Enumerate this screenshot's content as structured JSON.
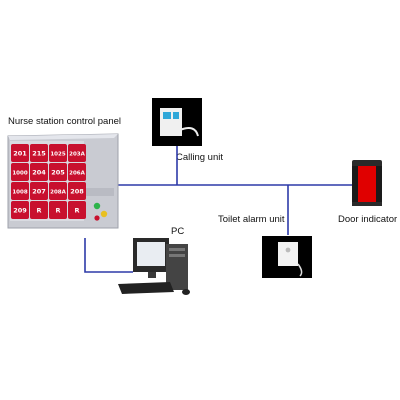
{
  "labels": {
    "nurse_station_panel": "Nurse station control panel",
    "calling_unit": "Calling unit",
    "pc": "PC",
    "toilet_alarm_unit": "Toilet alarm unit",
    "door_indicator": "Door indicator"
  },
  "panel": {
    "rows": [
      [
        "201",
        "215",
        "1025",
        "203A"
      ],
      [
        "1000",
        "204",
        "205",
        "206A"
      ],
      [
        "1008",
        "207",
        "208A",
        "208"
      ],
      [
        "209",
        "R",
        "R",
        "R"
      ]
    ]
  },
  "colors": {
    "bus_line": "#2d3aa8",
    "panel_body": "#cfd1d8",
    "led_red": "#c8102e",
    "door_red": "#e00000",
    "door_dark": "#2a2a2a"
  }
}
